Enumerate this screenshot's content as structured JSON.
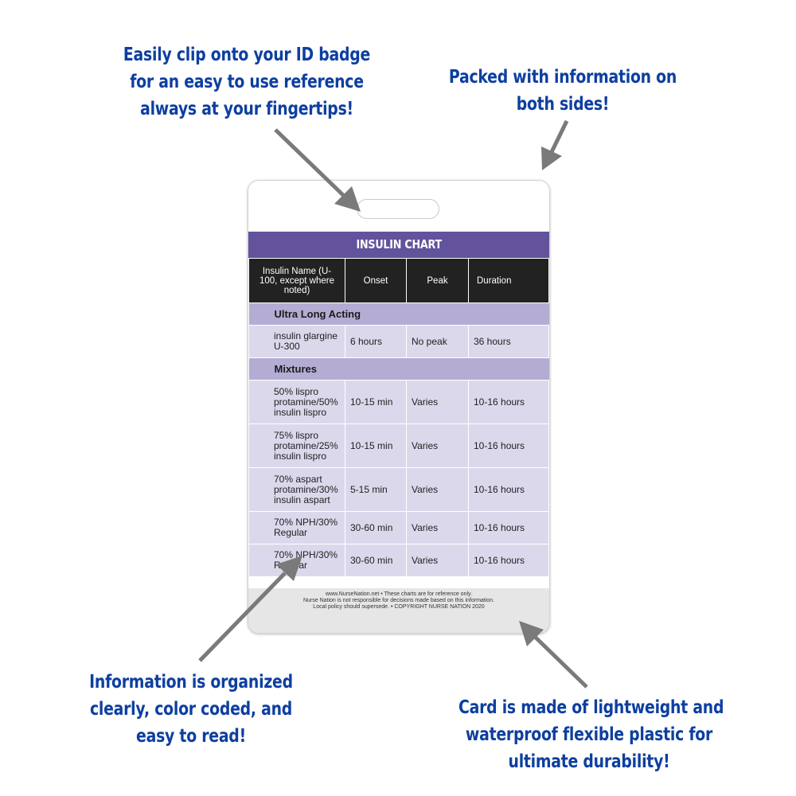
{
  "callouts": {
    "clip": [
      "Easily clip onto your ID badge",
      "for an easy to use reference",
      "always at your fingertips!"
    ],
    "packed": [
      "Packed with information on",
      "both sides!"
    ],
    "organized": [
      "Information is organized",
      "clearly, color coded, and",
      "easy to read!"
    ],
    "material": [
      "Card is made of lightweight and",
      "waterproof flexible plastic for",
      "ultimate durability!"
    ]
  },
  "colors": {
    "callout_text": "#0d3fa0",
    "arrow": "#7a7a7a",
    "title_bar": "#62539c",
    "section": "#b4acd3",
    "row": "#dcd8ec",
    "header": "#222222"
  },
  "card": {
    "title": "INSULIN CHART",
    "headers": [
      "Insulin Name (U-100, except where noted)",
      "Onset",
      "Peak",
      "Duration"
    ],
    "sections": [
      {
        "name": "Ultra Long Acting",
        "rows": [
          [
            "insulin glargine U-300",
            "6 hours",
            "No peak",
            "36 hours"
          ]
        ]
      },
      {
        "name": "Mixtures",
        "rows": [
          [
            "50% lispro protamine/50% insulin lispro",
            "10-15 min",
            "Varies",
            "10-16 hours"
          ],
          [
            "75% lispro protamine/25% insulin lispro",
            "10-15 min",
            "Varies",
            "10-16 hours"
          ],
          [
            "70% aspart protamine/30% insulin aspart",
            "5-15 min",
            "Varies",
            "10-16 hours"
          ],
          [
            "70% NPH/30% Regular",
            "30-60 min",
            "Varies",
            "10-16 hours"
          ],
          [
            "70% NPH/30% Regular",
            "30-60 min",
            "Varies",
            "10-16 hours"
          ]
        ]
      }
    ],
    "footer": [
      "www.NurseNation.net • These charts are for reference only.",
      "Nurse Nation is not responsible for decisions made based on this information.",
      "Local policy should supersede. • COPYRIGHT NURSE NATION 2020"
    ]
  }
}
